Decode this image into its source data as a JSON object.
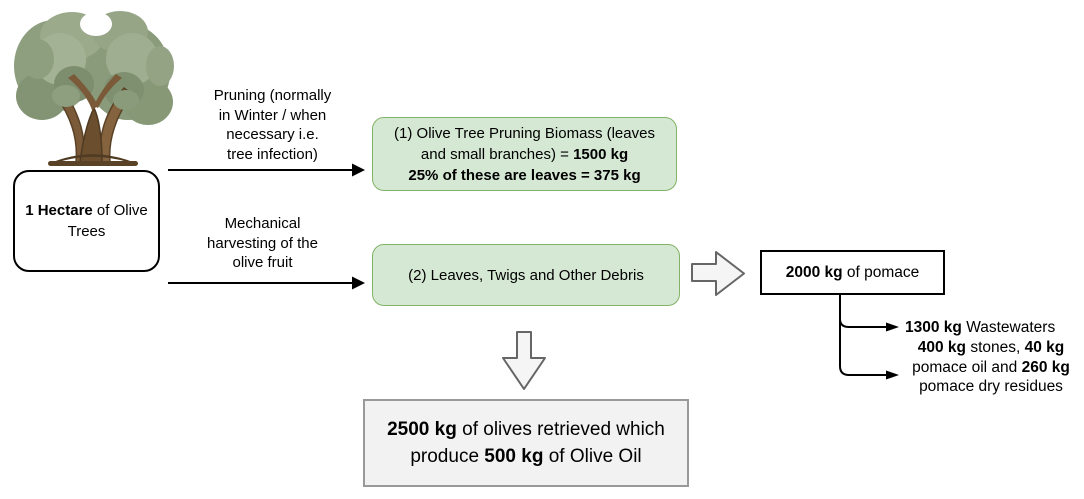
{
  "colors": {
    "green_box_fill": "#d5e8d4",
    "green_box_border": "#82b366",
    "gray_box_fill": "#f2f2f2",
    "gray_box_border": "#999999",
    "block_arrow_fill": "#f5f5f5",
    "block_arrow_border": "#666666",
    "connector_color": "#000000",
    "text_color": "#000000"
  },
  "source_box": {
    "bold": "1 Hectare",
    "rest": " of Olive Trees"
  },
  "flow_labels": {
    "pruning": {
      "lines": [
        "Pruning (normally",
        "in Winter / when",
        "necessary i.e.",
        "tree infection)"
      ]
    },
    "harvesting": {
      "lines": [
        "Mechanical",
        "harvesting of the",
        "olive fruit"
      ]
    }
  },
  "biomass_box": {
    "line1": "(1) Olive Tree Pruning Biomass (leaves",
    "line2_regular": "and small branches) = ",
    "line2_bold": "1500 kg",
    "line3_bold": "25% of these are leaves = 375 kg"
  },
  "debris_box": {
    "label": "(2) Leaves, Twigs and Other Debris"
  },
  "pomace_box": {
    "bold": "2000 kg",
    "rest": " of pomace"
  },
  "pomace_outputs": {
    "wastewaters": {
      "bold": "1300 kg",
      "rest": " Wastewaters"
    },
    "byproducts": {
      "l1_bold1": "400 kg",
      "l1_regular1": " stones, ",
      "l1_bold2": "40 kg",
      "l2_regular1": "pomace oil and ",
      "l2_bold1": "260 kg",
      "l3_regular1": "pomace dry residues"
    }
  },
  "olives_box": {
    "line1_bold": "2500 kg",
    "line1_rest": " of olives retrieved which",
    "line2_pre": "produce ",
    "line2_bold": "500 kg",
    "line2_rest": " of Olive Oil"
  },
  "icons": {
    "olive_tree": "olive-tree-image",
    "arrow_right_block": "block-arrow-right-icon",
    "arrow_down_block": "block-arrow-down-icon"
  }
}
